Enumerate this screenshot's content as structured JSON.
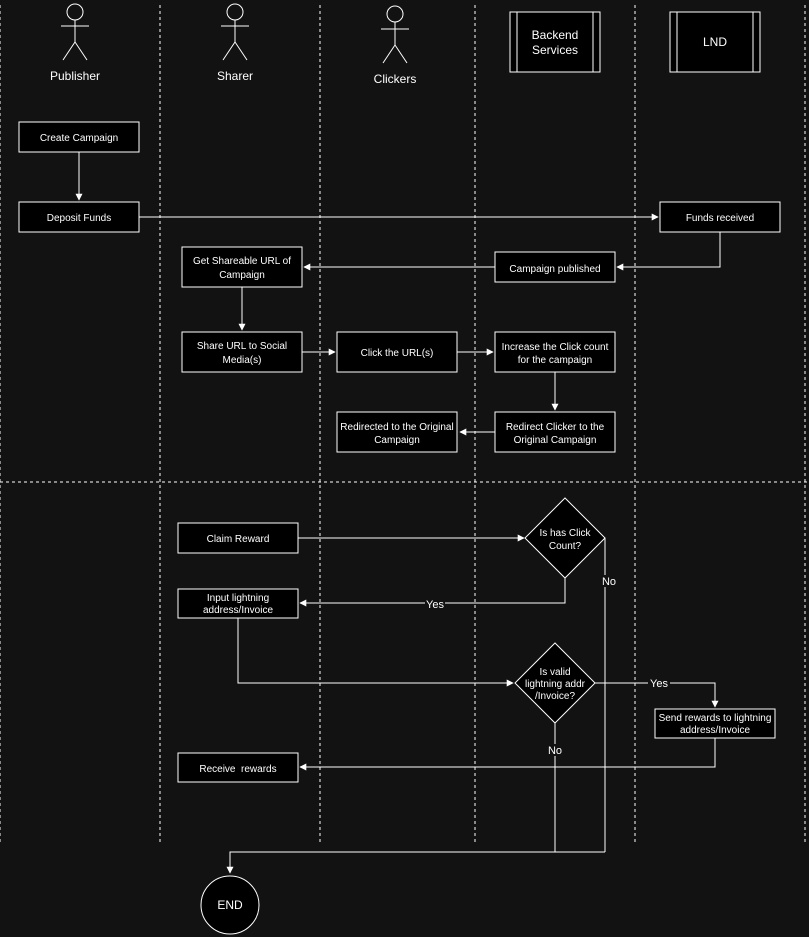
{
  "lanes": {
    "publisher": "Publisher",
    "sharer": "Sharer",
    "clickers": "Clickers",
    "backend_line1": "Backend",
    "backend_line2": "Services",
    "lnd": "LND"
  },
  "nodes": {
    "create_campaign": "Create Campaign",
    "deposit_funds": "Deposit Funds",
    "funds_received": "Funds received",
    "campaign_published": "Campaign published",
    "get_url_line1": "Get Shareable URL of",
    "get_url_line2": "Campaign",
    "share_url_line1": "Share URL to Social",
    "share_url_line2": "Media(s)",
    "click_url": "Click the URL(s)",
    "increase_count_line1": "Increase the Click count",
    "increase_count_line2": "for the campaign",
    "redirect_clicker_line1": "Redirect Clicker to the",
    "redirect_clicker_line2": "Original Campaign",
    "redirected_line1": "Redirected to the Original",
    "redirected_line2": "Campaign",
    "claim_reward": "Claim Reward",
    "has_click_line1": "Is has Click",
    "has_click_line2": "Count?",
    "input_ln_line1": "Input lightning",
    "input_ln_line2": "address/Invoice",
    "valid_ln_line1": "Is valid",
    "valid_ln_line2": "lightning addr",
    "valid_ln_line3": "/Invoice?",
    "send_rewards_line1": "Send rewards to lightning",
    "send_rewards_line2": "address/Invoice",
    "receive_rewards": "Receive  rewards",
    "end": "END"
  },
  "edge_labels": {
    "has_click_yes": "Yes",
    "has_click_no": "No",
    "valid_yes": "Yes",
    "valid_no": "No"
  }
}
